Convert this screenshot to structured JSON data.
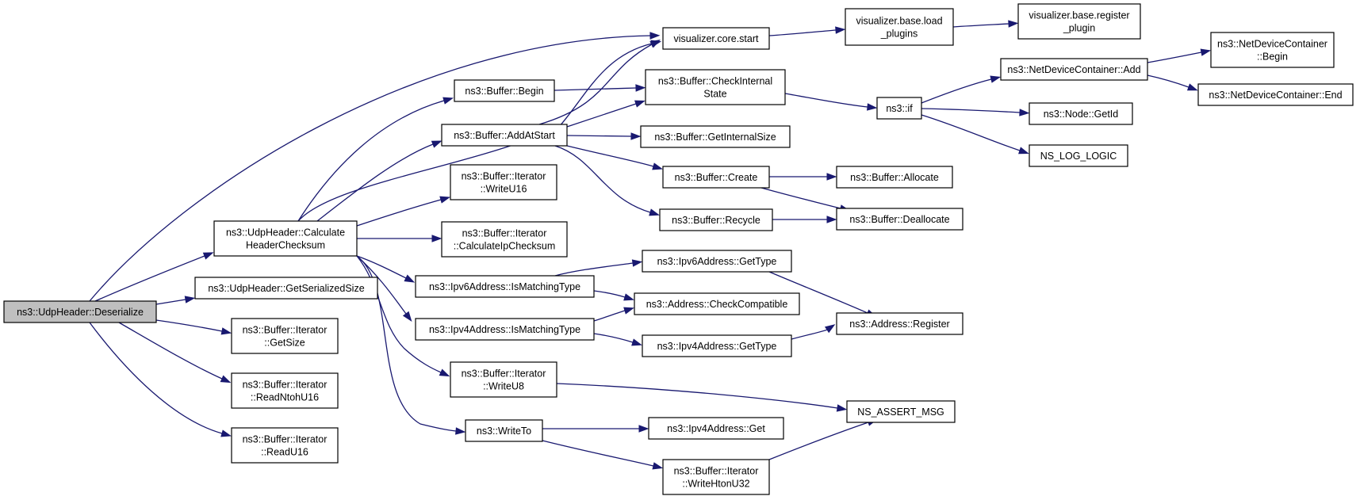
{
  "graph": {
    "colors": {
      "edge": "#191970",
      "root_fill": "#bfbfbf",
      "node_fill": "#ffffff",
      "node_border": "#000000"
    },
    "nodes": {
      "deserialize": [
        "ns3::UdpHeader::Deserialize"
      ],
      "calc_checksum": [
        "ns3::UdpHeader::Calculate",
        "HeaderChecksum"
      ],
      "get_serialized_size": [
        "ns3::UdpHeader::GetSerializedSize"
      ],
      "iter_getsize": [
        "ns3::Buffer::Iterator",
        "::GetSize"
      ],
      "iter_readntohu16": [
        "ns3::Buffer::Iterator",
        "::ReadNtohU16"
      ],
      "iter_readu16": [
        "ns3::Buffer::Iterator",
        "::ReadU16"
      ],
      "vis_core_start": [
        "visualizer.core.start"
      ],
      "buffer_begin": [
        "ns3::Buffer::Begin"
      ],
      "buffer_addatstart": [
        "ns3::Buffer::AddAtStart"
      ],
      "iter_writeu16": [
        "ns3::Buffer::Iterator",
        "::WriteU16"
      ],
      "iter_calcipchecksum": [
        "ns3::Buffer::Iterator",
        "::CalculateIpChecksum"
      ],
      "ipv6_ismatching": [
        "ns3::Ipv6Address::IsMatchingType"
      ],
      "ipv4_ismatching": [
        "ns3::Ipv4Address::IsMatchingType"
      ],
      "iter_writeu8": [
        "ns3::Buffer::Iterator",
        "::WriteU8"
      ],
      "writeto": [
        "ns3::WriteTo"
      ],
      "vis_base_load": [
        "visualizer.base.load",
        "_plugins"
      ],
      "vis_base_register": [
        "visualizer.base.register",
        "_plugin"
      ],
      "buffer_checkinternal": [
        "ns3::Buffer::CheckInternal",
        "State"
      ],
      "buffer_getinternalsize": [
        "ns3::Buffer::GetInternalSize"
      ],
      "buffer_create": [
        "ns3::Buffer::Create"
      ],
      "buffer_recycle": [
        "ns3::Buffer::Recycle"
      ],
      "ipv6_gettype": [
        "ns3::Ipv6Address::GetType"
      ],
      "address_checkcompat": [
        "ns3::Address::CheckCompatible"
      ],
      "ipv4_gettype": [
        "ns3::Ipv4Address::GetType"
      ],
      "ipv4_get": [
        "ns3::Ipv4Address::Get"
      ],
      "iter_writehtonu32": [
        "ns3::Buffer::Iterator",
        "::WriteHtonU32"
      ],
      "ns3_if": [
        "ns3::if"
      ],
      "buffer_allocate": [
        "ns3::Buffer::Allocate"
      ],
      "buffer_deallocate": [
        "ns3::Buffer::Deallocate"
      ],
      "address_register": [
        "ns3::Address::Register"
      ],
      "ns_assert_msg": [
        "NS_ASSERT_MSG"
      ],
      "ndc_add": [
        "ns3::NetDeviceContainer::Add"
      ],
      "node_getid": [
        "ns3::Node::GetId"
      ],
      "ns_log_logic": [
        "NS_LOG_LOGIC"
      ],
      "ndc_begin": [
        "ns3::NetDeviceContainer",
        "::Begin"
      ],
      "ndc_end": [
        "ns3::NetDeviceContainer::End"
      ]
    }
  }
}
